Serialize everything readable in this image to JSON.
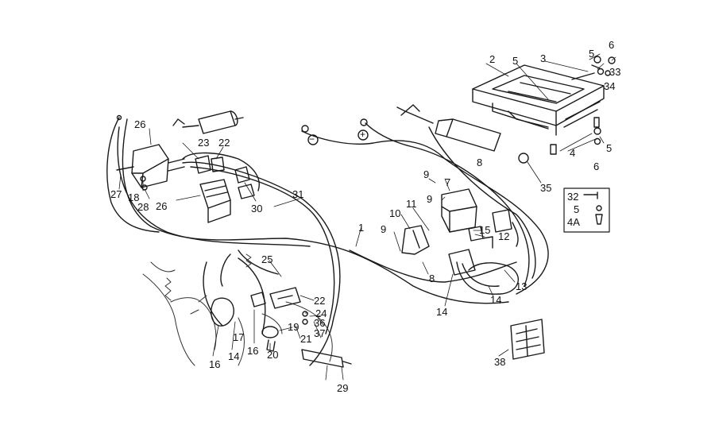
{
  "diagram": {
    "callouts": [
      {
        "id": "c1",
        "text": "1"
      },
      {
        "id": "c2",
        "text": "2"
      },
      {
        "id": "c3",
        "text": "3"
      },
      {
        "id": "c4",
        "text": "4"
      },
      {
        "id": "c5a",
        "text": "5"
      },
      {
        "id": "c5b",
        "text": "5"
      },
      {
        "id": "c5c",
        "text": "5"
      },
      {
        "id": "c6a",
        "text": "6"
      },
      {
        "id": "c6b",
        "text": "6"
      },
      {
        "id": "c7",
        "text": "7"
      },
      {
        "id": "c8a",
        "text": "8"
      },
      {
        "id": "c8b",
        "text": "8"
      },
      {
        "id": "c9a",
        "text": "9"
      },
      {
        "id": "c9b",
        "text": "9"
      },
      {
        "id": "c9c",
        "text": "9"
      },
      {
        "id": "c10",
        "text": "10"
      },
      {
        "id": "c11",
        "text": "11"
      },
      {
        "id": "c12",
        "text": "12"
      },
      {
        "id": "c13",
        "text": "13"
      },
      {
        "id": "c14a",
        "text": "14"
      },
      {
        "id": "c14b",
        "text": "14"
      },
      {
        "id": "c14c",
        "text": "14"
      },
      {
        "id": "c15",
        "text": "15"
      },
      {
        "id": "c16a",
        "text": "16"
      },
      {
        "id": "c16b",
        "text": "16"
      },
      {
        "id": "c17",
        "text": "17"
      },
      {
        "id": "c18",
        "text": "18"
      },
      {
        "id": "c19",
        "text": "19"
      },
      {
        "id": "c20",
        "text": "20"
      },
      {
        "id": "c21",
        "text": "21"
      },
      {
        "id": "c22a",
        "text": "22"
      },
      {
        "id": "c22b",
        "text": "22"
      },
      {
        "id": "c23",
        "text": "23"
      },
      {
        "id": "c24",
        "text": "24"
      },
      {
        "id": "c25",
        "text": "25"
      },
      {
        "id": "c26a",
        "text": "26"
      },
      {
        "id": "c26b",
        "text": "26"
      },
      {
        "id": "c27",
        "text": "27"
      },
      {
        "id": "c28",
        "text": "28"
      },
      {
        "id": "c29",
        "text": "29"
      },
      {
        "id": "c30",
        "text": "30"
      },
      {
        "id": "c31",
        "text": "31"
      },
      {
        "id": "c33",
        "text": "33"
      },
      {
        "id": "c34",
        "text": "34"
      },
      {
        "id": "c35",
        "text": "35"
      },
      {
        "id": "c36",
        "text": "36"
      },
      {
        "id": "c37",
        "text": "37"
      },
      {
        "id": "c38",
        "text": "38"
      }
    ],
    "inset": {
      "labels": [
        "32",
        "5",
        "4A"
      ]
    },
    "terminal_symbols": {
      "negative": "−",
      "positive": "+"
    }
  }
}
